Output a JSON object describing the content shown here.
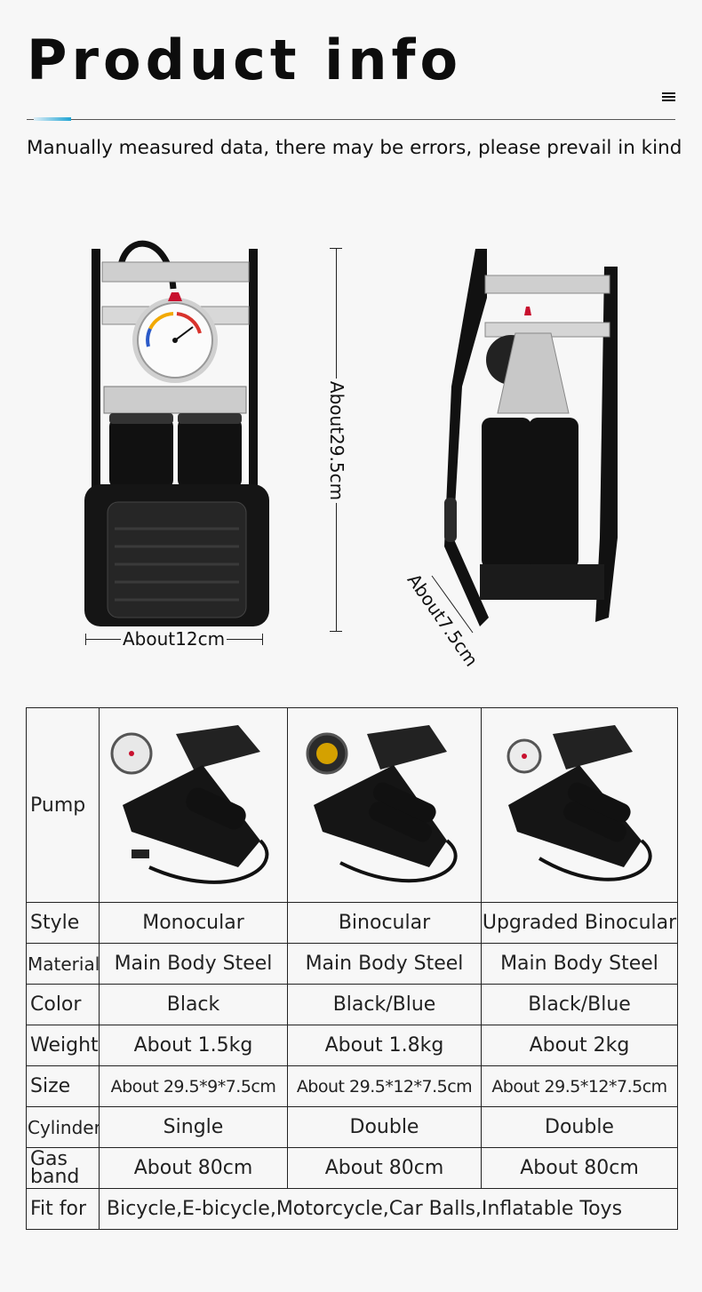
{
  "header": {
    "title": "Product info",
    "subtitle": "Manually measured data, there may be errors, please prevail in kind"
  },
  "dimensions": {
    "width_label": "About12cm",
    "height_label": "About29.5cm",
    "depth_label": "About7.5cm"
  },
  "table": {
    "pump_label": "Pump",
    "rows": [
      {
        "label": "Style",
        "values": [
          "Monocular",
          "Binocular",
          "Upgraded Binocular"
        ]
      },
      {
        "label": "Material",
        "values": [
          "Main Body Steel",
          "Main Body Steel",
          "Main Body Steel"
        ]
      },
      {
        "label": "Color",
        "values": [
          "Black",
          "Black/Blue",
          "Black/Blue"
        ]
      },
      {
        "label": "Weight",
        "values": [
          "About 1.5kg",
          "About 1.8kg",
          "About 2kg"
        ]
      },
      {
        "label": "Size",
        "values": [
          "About 29.5*9*7.5cm",
          "About 29.5*12*7.5cm",
          "About 29.5*12*7.5cm"
        ]
      },
      {
        "label": "Cylinder",
        "values": [
          "Single",
          "Double",
          "Double"
        ]
      },
      {
        "label_line1": "Gas",
        "label_line2": "band",
        "values": [
          "About 80cm",
          "About 80cm",
          "About 80cm"
        ]
      }
    ],
    "fit_label": "Fit for",
    "fit_value": "Bicycle,E-bicycle,Motorcycle,Car Balls,Inflatable Toys"
  },
  "colors": {
    "accent": "#1fa4d4",
    "valve": "#c8102e"
  },
  "icons": [
    "menu-icon"
  ]
}
